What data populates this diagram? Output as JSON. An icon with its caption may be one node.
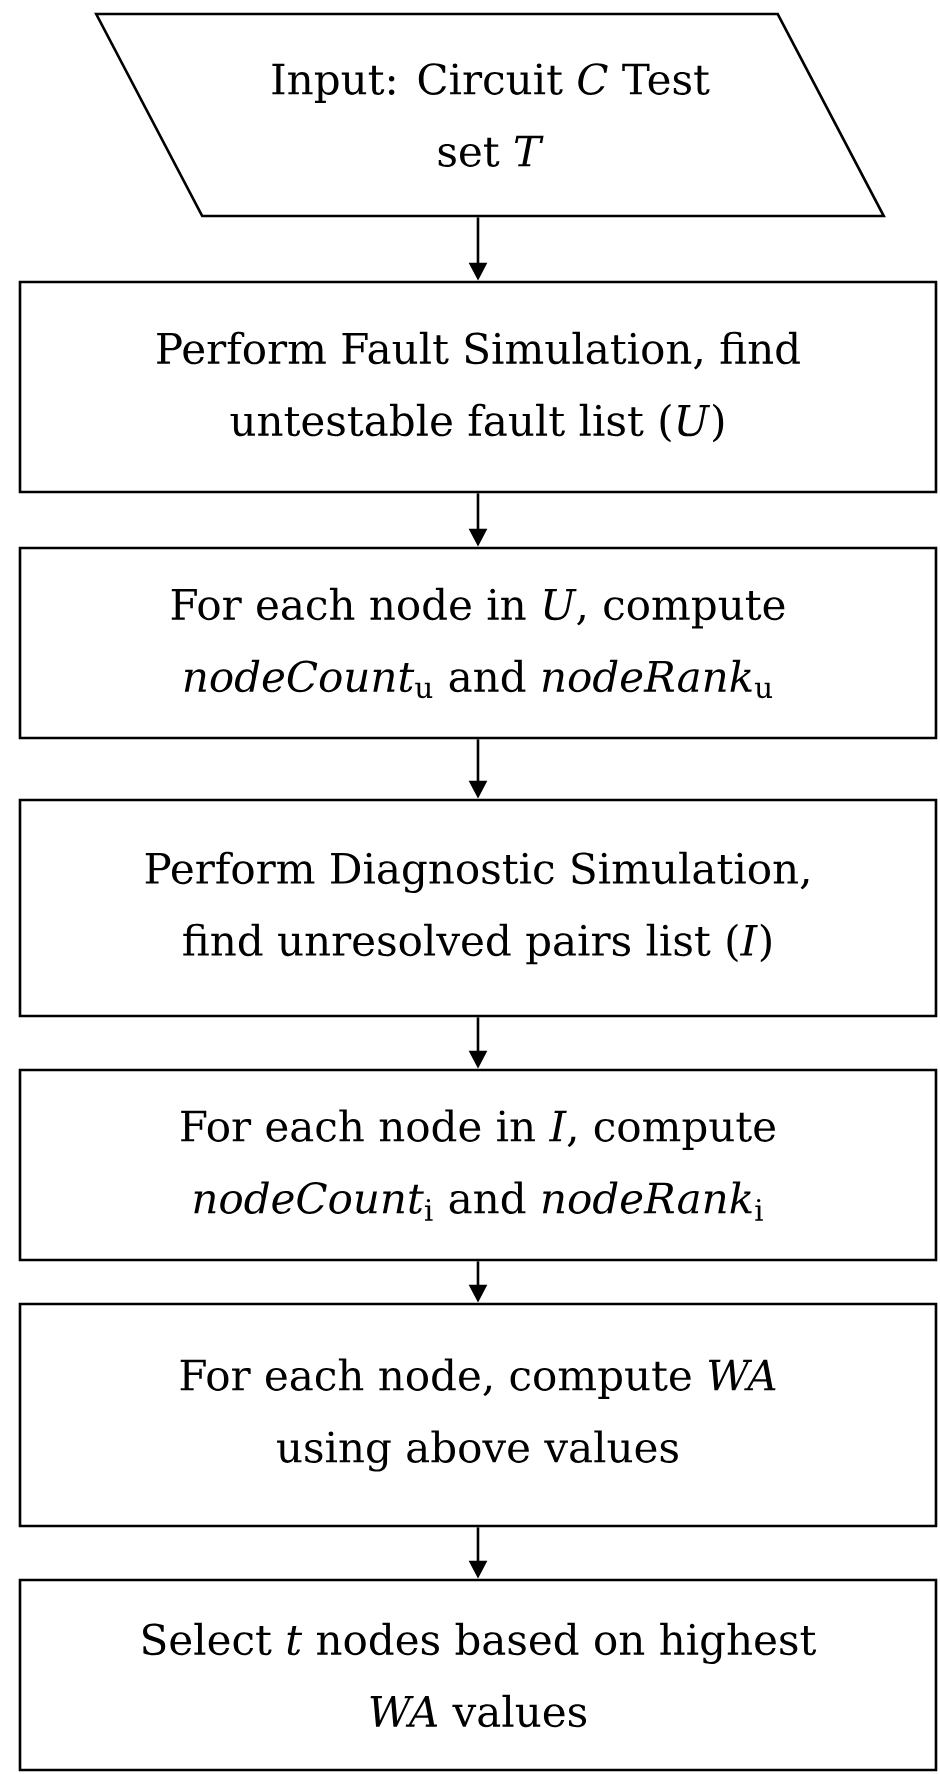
{
  "diagram": {
    "nodes": [
      {
        "text": [
          "Input: Circuit *C* Test set *T*"
        ]
      },
      {
        "text": [
          "Perform Fault Simulation, find untestable fault list (*U*)"
        ]
      },
      {
        "text": [
          "For each node in *U*, compute *nodeCount*$_{u}$ and *nodeRank*$_{u}$"
        ]
      },
      {
        "text": [
          "Perform Diagnostic Simulation, find unresolved pairs list (*I*)"
        ]
      },
      {
        "text": [
          "For each node in *I*, compute *nodeCount*$_{i}$ and *nodeRank*$_{i}$"
        ]
      },
      {
        "text": [
          "For each node, compute *WA* using above values"
        ]
      },
      {
        "text": [
          "Select *t* nodes based on highest *WA* values"
        ]
      }
    ],
    "edges": [
      {
        "from": 0,
        "to": 1,
        "arrow": "to"
      },
      {
        "from": 1,
        "to": 2,
        "arrow": "to"
      },
      {
        "from": 2,
        "to": 3,
        "arrow": "to"
      },
      {
        "from": 3,
        "to": 4,
        "arrow": "to"
      },
      {
        "from": 4,
        "to": 5,
        "arrow": "to"
      },
      {
        "from": 5,
        "to": 6,
        "arrow": "to"
      }
    ]
  }
}
